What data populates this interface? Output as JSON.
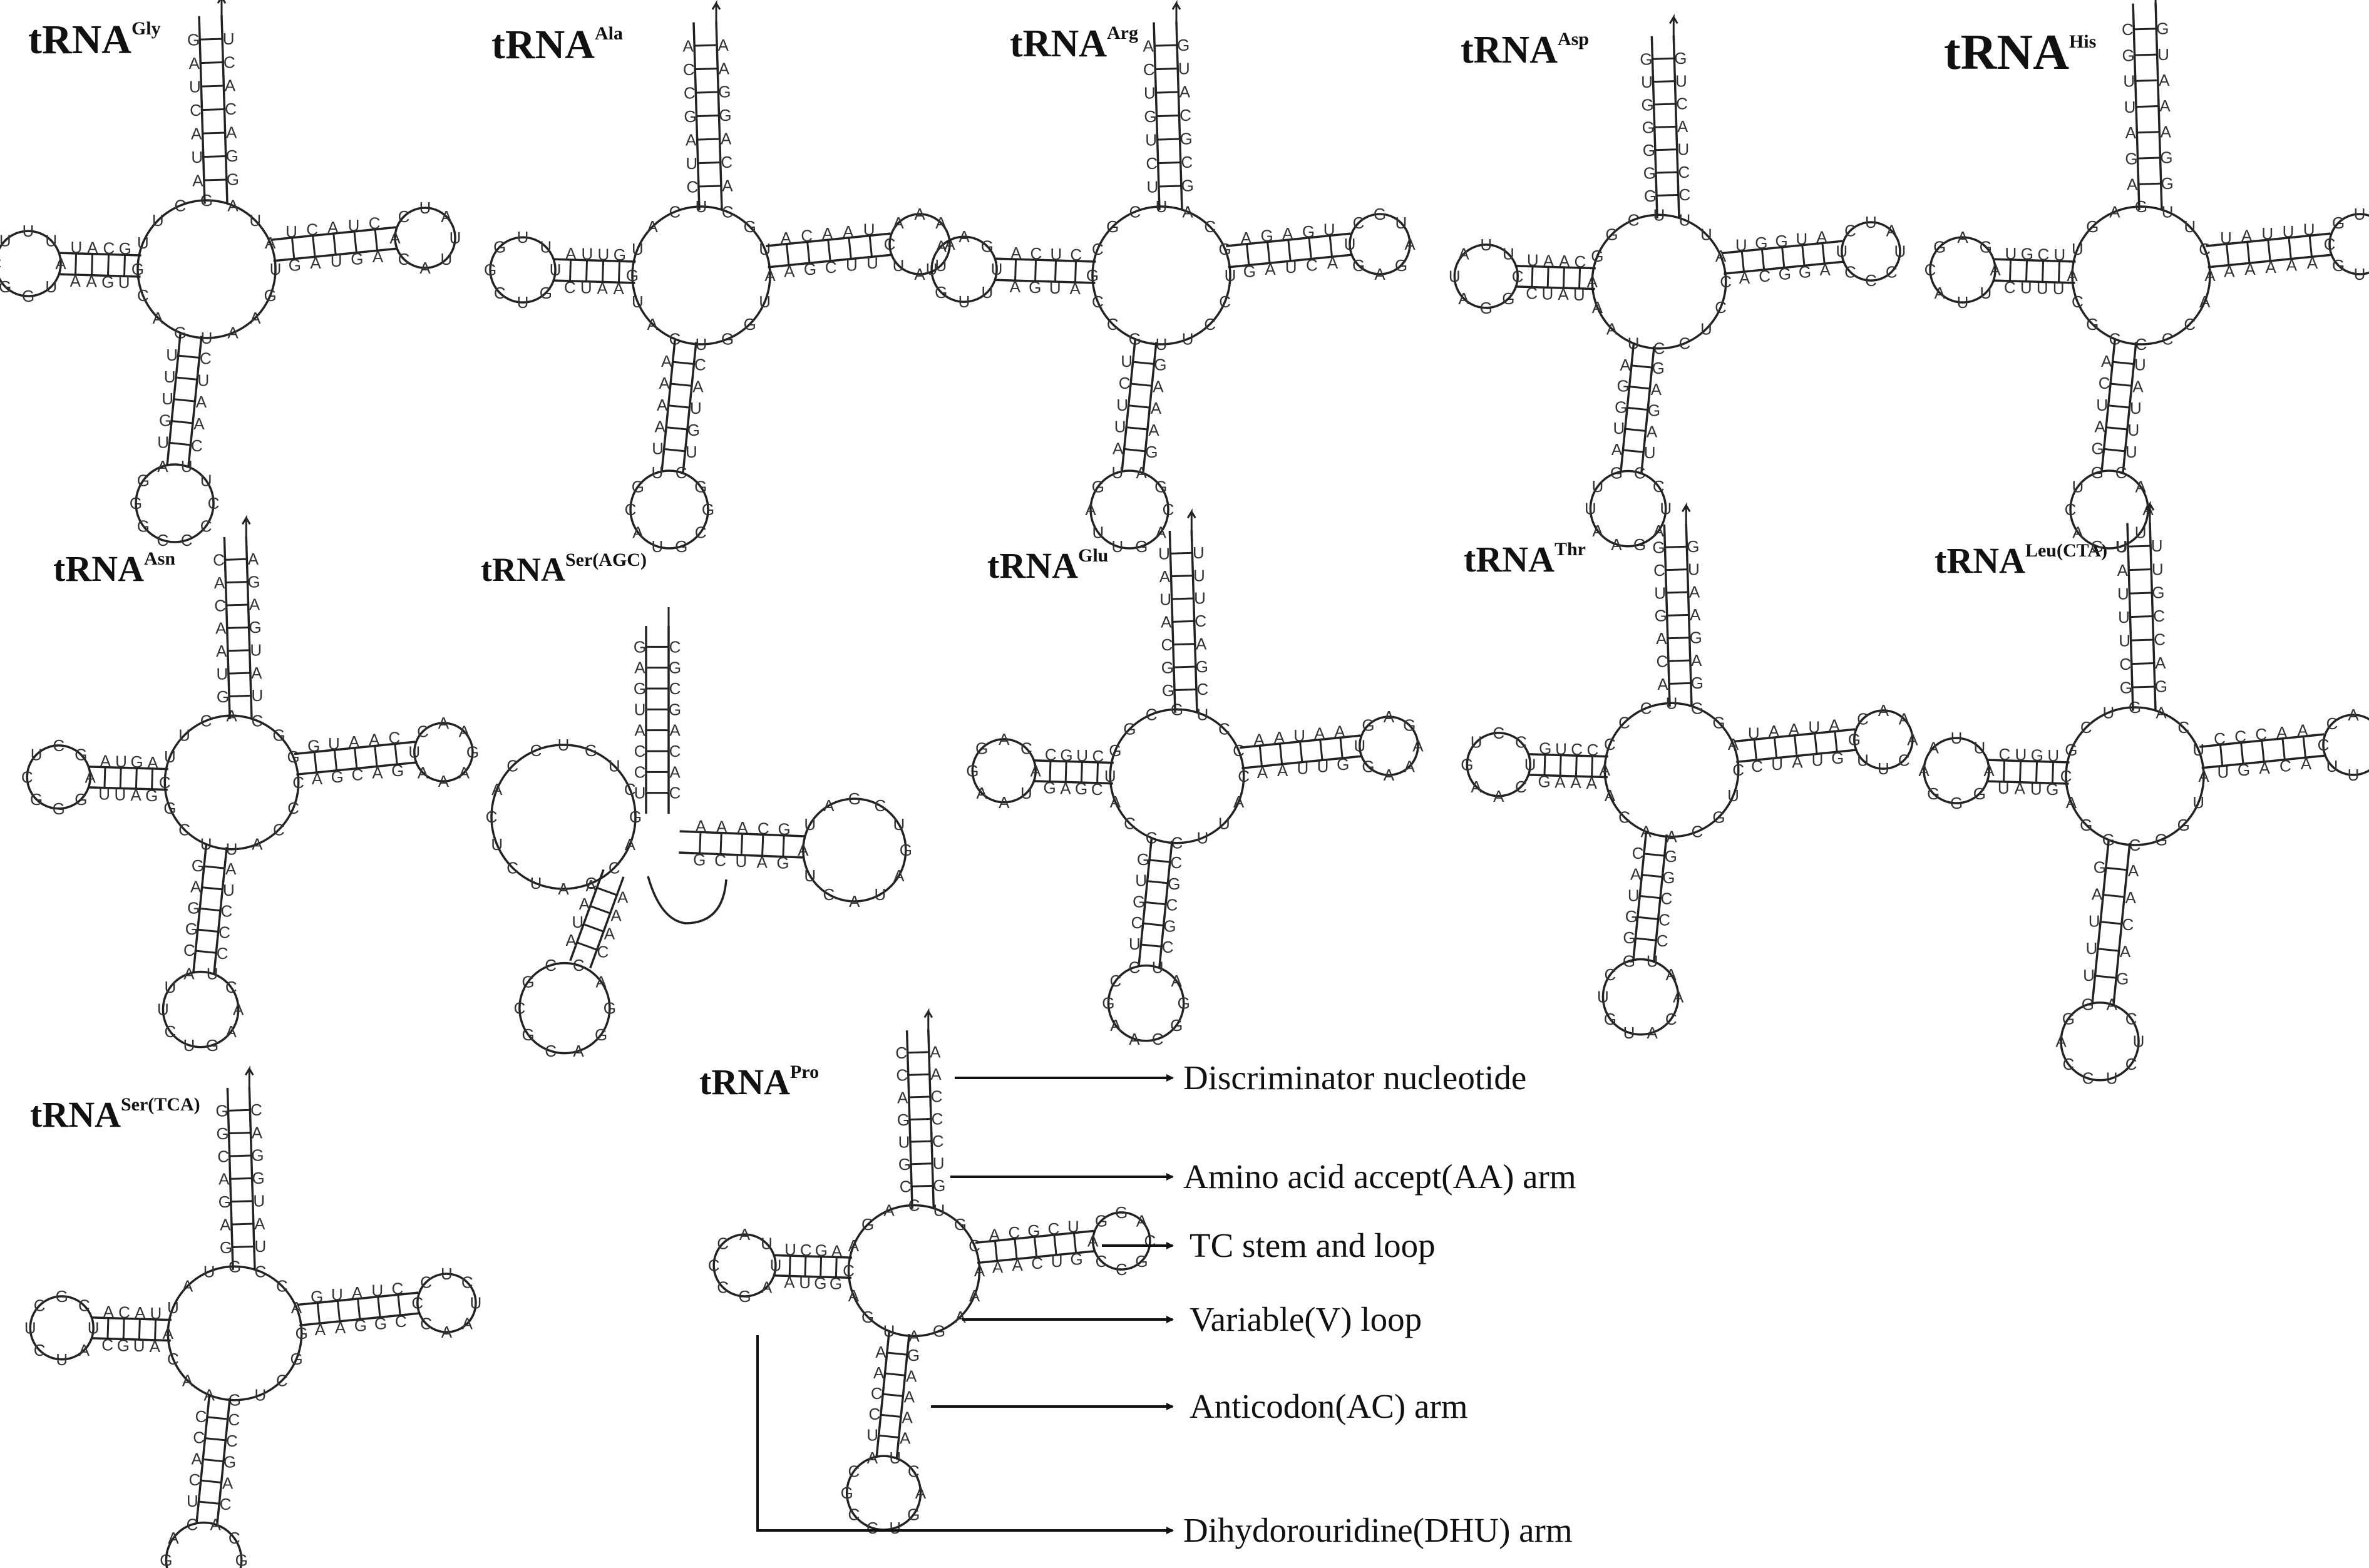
{
  "panels": [
    {
      "base": "tRNA",
      "sup": "Gly"
    },
    {
      "base": "tRNA",
      "sup": "Ala"
    },
    {
      "base": "tRNA",
      "sup": "Arg"
    },
    {
      "base": "tRNA",
      "sup": "Asp"
    },
    {
      "base": "tRNA",
      "sup": "His"
    },
    {
      "base": "tRNA",
      "sup": "Asn"
    },
    {
      "base": "tRNA",
      "sup": "Ser(AGC)"
    },
    {
      "base": "tRNA",
      "sup": "Glu"
    },
    {
      "base": "tRNA",
      "sup": "Thr"
    },
    {
      "base": "tRNA",
      "sup": "Leu(CTA)"
    },
    {
      "base": "tRNA",
      "sup": "Ser(TCA)"
    },
    {
      "base": "tRNA",
      "sup": "Pro"
    }
  ],
  "annotations": {
    "discriminator": "Discriminator nucleotide",
    "aa_arm": "Amino acid accept(AA) arm",
    "tc": "TC stem and loop",
    "variable": "Variable(V) loop",
    "anticodon": "Anticodon(AC) arm",
    "dhu": "Dihydorouridine(DHU) arm"
  },
  "nucleotide_letters": [
    "A",
    "U",
    "G",
    "C"
  ]
}
